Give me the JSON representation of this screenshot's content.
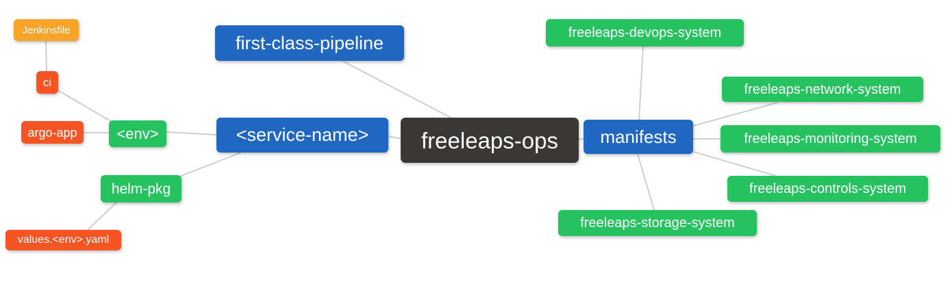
{
  "diagram": {
    "type": "mindmap",
    "root_label": "freeleaps-ops",
    "edge_color": "#cfcfcf",
    "palette": {
      "root": "#3b3735",
      "branch_blue": "#2067c2",
      "leaf_green": "#25c25f",
      "leaf_amber": "#f7a428",
      "leaf_red": "#f75424"
    },
    "nodes": [
      {
        "label": "Jenkinsfile",
        "color": "#f7a428"
      },
      {
        "label": "ci",
        "color": "#f75424"
      },
      {
        "label": "argo-app",
        "color": "#f75424"
      },
      {
        "label": "<env>",
        "color": "#25c25f"
      },
      {
        "label": "helm-pkg",
        "color": "#25c25f"
      },
      {
        "label": "values.<env>.yaml",
        "color": "#f75424"
      },
      {
        "label": "first-class-pipeline",
        "color": "#2067c2"
      },
      {
        "label": "<service-name>",
        "color": "#2067c2"
      },
      {
        "label": "freeleaps-ops",
        "color": "#3b3735"
      },
      {
        "label": "manifests",
        "color": "#2067c2"
      },
      {
        "label": "freeleaps-devops-system",
        "color": "#25c25f"
      },
      {
        "label": "freeleaps-network-system",
        "color": "#25c25f"
      },
      {
        "label": "freeleaps-monitoring-system",
        "color": "#25c25f"
      },
      {
        "label": "freeleaps-controls-system",
        "color": "#25c25f"
      },
      {
        "label": "freeleaps-storage-system",
        "color": "#25c25f"
      }
    ],
    "edges": [
      [
        "Jenkinsfile",
        "ci"
      ],
      [
        "ci",
        "<env>"
      ],
      [
        "argo-app",
        "<env>"
      ],
      [
        "<env>",
        "<service-name>"
      ],
      [
        "<service-name>",
        "helm-pkg"
      ],
      [
        "helm-pkg",
        "values.<env>.yaml"
      ],
      [
        "first-class-pipeline",
        "freeleaps-ops"
      ],
      [
        "<service-name>",
        "freeleaps-ops"
      ],
      [
        "freeleaps-ops",
        "manifests"
      ],
      [
        "manifests",
        "freeleaps-devops-system"
      ],
      [
        "manifests",
        "freeleaps-network-system"
      ],
      [
        "manifests",
        "freeleaps-monitoring-system"
      ],
      [
        "manifests",
        "freeleaps-controls-system"
      ],
      [
        "manifests",
        "freeleaps-storage-system"
      ]
    ]
  }
}
